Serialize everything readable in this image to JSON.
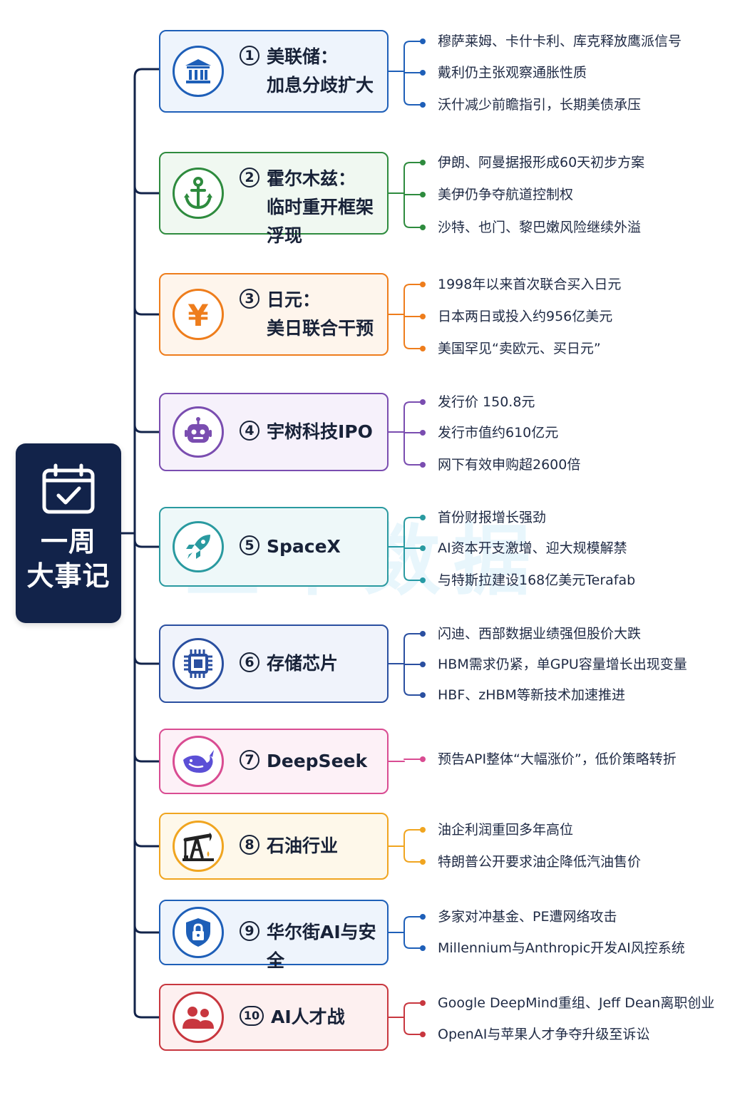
{
  "root": {
    "title": "一周\n大事记",
    "icon": "calendar-check-icon"
  },
  "watermark": "金十数据",
  "topics": [
    {
      "num": "1",
      "label": "美联储：\n加息分歧扩大",
      "icon": "bank-icon",
      "color": "#1e5fb8",
      "bg": "#eef4fc",
      "points": [
        "穆萨莱姆、卡什卡利、库克释放鹰派信号",
        "戴利仍主张观察通胀性质",
        "沃什减少前瞻指引，长期美债承压"
      ]
    },
    {
      "num": "2",
      "label": "霍尔木兹：\n临时重开框架浮现",
      "icon": "anchor-icon",
      "color": "#2e8b3e",
      "bg": "#f0f8f1",
      "points": [
        "伊朗、阿曼据报形成60天初步方案",
        "美伊仍争夺航道控制权",
        "沙特、也门、黎巴嫩风险继续外溢"
      ]
    },
    {
      "num": "3",
      "label": "日元：\n美日联合干预",
      "icon": "yen-icon",
      "color": "#ee7d1c",
      "bg": "#fef5ec",
      "points": [
        "1998年以来首次联合买入日元",
        "日本两日或投入约956亿美元",
        "美国罕见“卖欧元、买日元”"
      ]
    },
    {
      "num": "4",
      "label": "宇树科技IPO",
      "icon": "robot-icon",
      "color": "#7a4db0",
      "bg": "#f6f1fb",
      "points": [
        "发行价 150.8元",
        "发行市值约610亿元",
        "网下有效申购超2600倍"
      ]
    },
    {
      "num": "5",
      "label": "SpaceX",
      "icon": "rocket-icon",
      "color": "#2a9aa0",
      "bg": "#eef8f9",
      "points": [
        "首份财报增长强劲",
        "AI资本开支激增、迎大规模解禁",
        "与特斯拉建设168亿美元Terafab"
      ]
    },
    {
      "num": "6",
      "label": "存储芯片",
      "icon": "chip-icon",
      "color": "#2a4fa0",
      "bg": "#f0f3fb",
      "points": [
        "闪迪、西部数据业绩强但股价大跌",
        "HBM需求仍紧，单GPU容量增长出现变量",
        "HBF、zHBM等新技术加速推进"
      ]
    },
    {
      "num": "7",
      "label": "DeepSeek",
      "icon": "whale-icon",
      "color": "#d94c92",
      "bg": "#fdf1f7",
      "points": [
        "预告API整体“大幅涨价”，低价策略转折"
      ]
    },
    {
      "num": "8",
      "label": "石油行业",
      "icon": "oil-pump-icon",
      "color": "#f0a520",
      "bg": "#fef8ea",
      "points": [
        "油企利润重回多年高位",
        "特朗普公开要求油企降低汽油售价"
      ]
    },
    {
      "num": "9",
      "label": "华尔街AI与安全",
      "icon": "shield-lock-icon",
      "color": "#1e5fb8",
      "bg": "#eef4fc",
      "points": [
        "多家对冲基金、PE遭网络攻击",
        "Millennium与Anthropic开发AI风控系统"
      ]
    },
    {
      "num": "10",
      "label": "AI人才战",
      "icon": "people-icon",
      "color": "#c8373f",
      "bg": "#fdf0f0",
      "points": [
        "Google DeepMind重组、Jeff Dean离职创业",
        "OpenAI与苹果人才争夺升级至诉讼"
      ]
    }
  ]
}
